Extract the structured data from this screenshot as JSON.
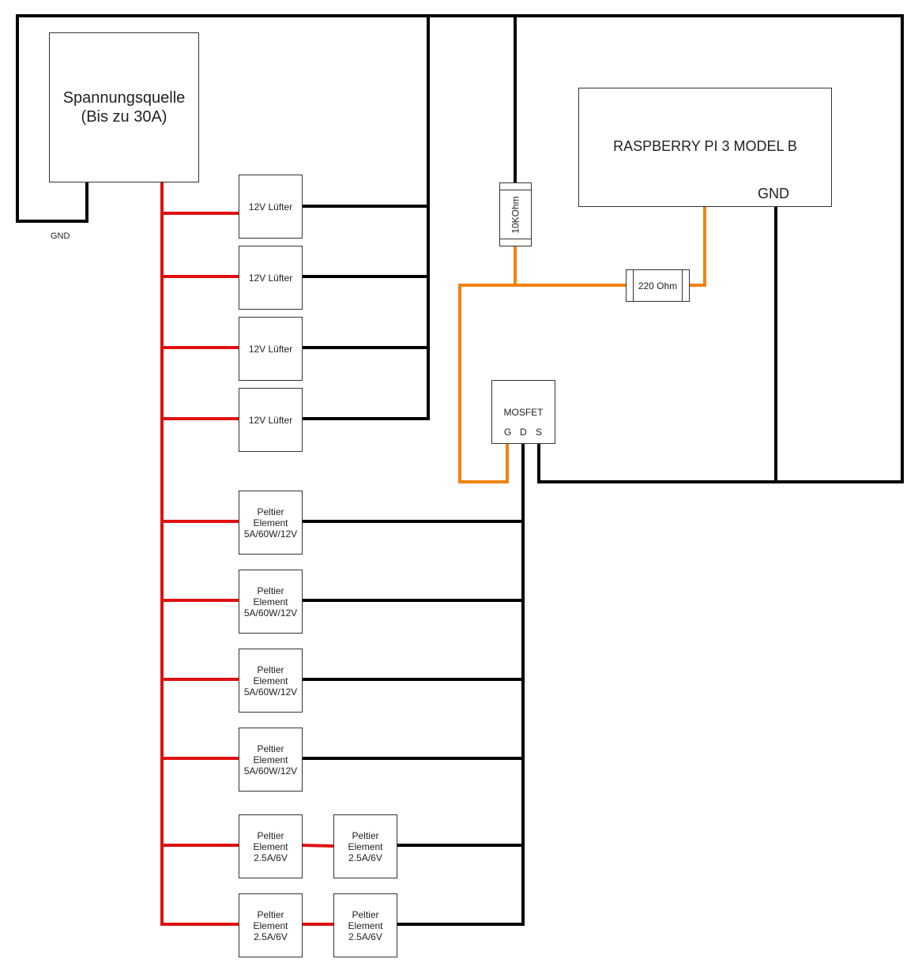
{
  "colors": {
    "supply": "#e01010",
    "ground": "#000000",
    "signal": "#f0820f",
    "border": "#333333"
  },
  "power_source": {
    "line1": "Spannungsquelle",
    "line2": "(Bis zu 30A)"
  },
  "gnd_left": "GND",
  "fans": [
    {
      "label": "12V Lüfter"
    },
    {
      "label": "12V Lüfter"
    },
    {
      "label": "12V Lüfter"
    },
    {
      "label": "12V Lüfter"
    }
  ],
  "peltier_big": [
    {
      "line1": "Peltier",
      "line2": "Element",
      "line3": "5A/60W/12V"
    },
    {
      "line1": "Peltier",
      "line2": "Element",
      "line3": "5A/60W/12V"
    },
    {
      "line1": "Peltier",
      "line2": "Element",
      "line3": "5A/60W/12V"
    },
    {
      "line1": "Peltier",
      "line2": "Element",
      "line3": "5A/60W/12V"
    }
  ],
  "peltier_small": [
    {
      "line1": "Peltier",
      "line2": "Element",
      "line3": "2.5A/6V"
    },
    {
      "line1": "Peltier",
      "line2": "Element",
      "line3": "2.5A/6V"
    },
    {
      "line1": "Peltier",
      "line2": "Element",
      "line3": "2.5A/6V"
    },
    {
      "line1": "Peltier",
      "line2": "Element",
      "line3": "2.5A/6V"
    }
  ],
  "resistor_10k": "10KOhm",
  "resistor_220": "220 Ohm",
  "mosfet": {
    "title": "MOSFET",
    "pin_g": "G",
    "pin_d": "D",
    "pin_s": "S"
  },
  "raspberry": {
    "title": "RASPBERRY PI 3 MODEL B",
    "gnd": "GND"
  }
}
